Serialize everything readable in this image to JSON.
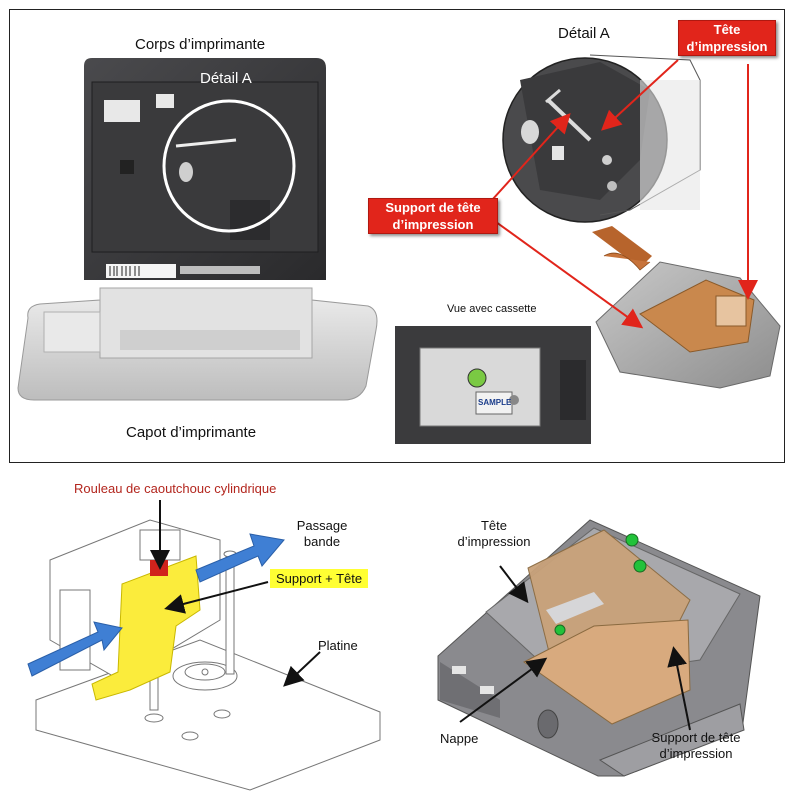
{
  "top_panel": {
    "printer_body_label": "Corps d’imprimante",
    "detail_a_inset_label": "Détail A",
    "printer_cover_label": "Capot d’imprimante",
    "detail_a_label": "Détail A",
    "print_head_box": "Tête d’impression",
    "head_support_box": "Support de tête d’impression",
    "cassette_view_label": "Vue avec cassette",
    "cassette_sample_text": "SAMPLE"
  },
  "bottom_left": {
    "rubber_roller_label": "Rouleau de caoutchouc cylindrique",
    "tape_path_label": "Passage bande",
    "support_head_label": "Support + Tête",
    "platen_label": "Platine"
  },
  "bottom_right": {
    "print_head_label": "Tête d’impression",
    "ribbon_label": "Nappe",
    "head_support_label": "Support de tête d’impression"
  },
  "colors": {
    "callout_red": "#e1251b",
    "roller_label_red": "#b3261e",
    "highlight_yellow": "#ffff33",
    "flow_blue": "#3f7fd4",
    "flex_copper": "#c98a4f",
    "printer_dark": "#3b3b3d",
    "cover_grey": "#d9d9d9"
  }
}
